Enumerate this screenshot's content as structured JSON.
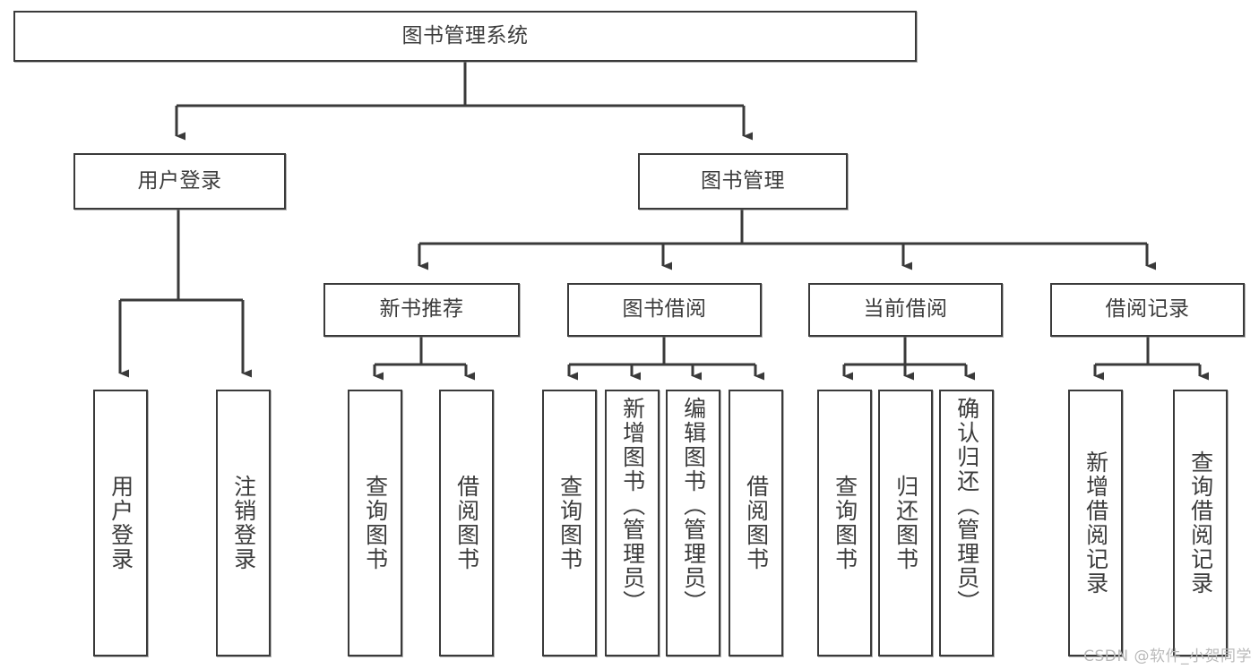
{
  "diagram": {
    "title": "图书管理系统",
    "type": "tree-structure-chart",
    "watermark": "CSDN @软件_小贺同学",
    "colors": {
      "background": "#ffffff",
      "node_fill": "#ffffff",
      "node_stroke": "#3a3a3a",
      "connector": "#3a3a3a",
      "text": "#3c3c3c",
      "watermark": "#b9b9b9"
    },
    "root": {
      "label": "图书管理系统"
    },
    "level2": [
      {
        "label": "用户登录"
      },
      {
        "label": "图书管理"
      }
    ],
    "level3": [
      {
        "label": "新书推荐"
      },
      {
        "label": "图书借阅"
      },
      {
        "label": "当前借阅"
      },
      {
        "label": "借阅记录"
      }
    ],
    "leaves": {
      "user_login": [
        {
          "label": "用户登录"
        },
        {
          "label": "注销登录"
        }
      ],
      "new_book_recommend": [
        {
          "label": "查询图书"
        },
        {
          "label": "借阅图书"
        }
      ],
      "book_borrow": [
        {
          "label": "查询图书"
        },
        {
          "label": "新增图书（管理员）"
        },
        {
          "label": "编辑图书（管理员）"
        },
        {
          "label": "借阅图书"
        }
      ],
      "current_borrow": [
        {
          "label": "查询图书"
        },
        {
          "label": "归还图书"
        },
        {
          "label": "确认归还（管理员）"
        }
      ],
      "borrow_record": [
        {
          "label": "新增借阅记录"
        },
        {
          "label": "查询借阅记录"
        }
      ]
    }
  }
}
